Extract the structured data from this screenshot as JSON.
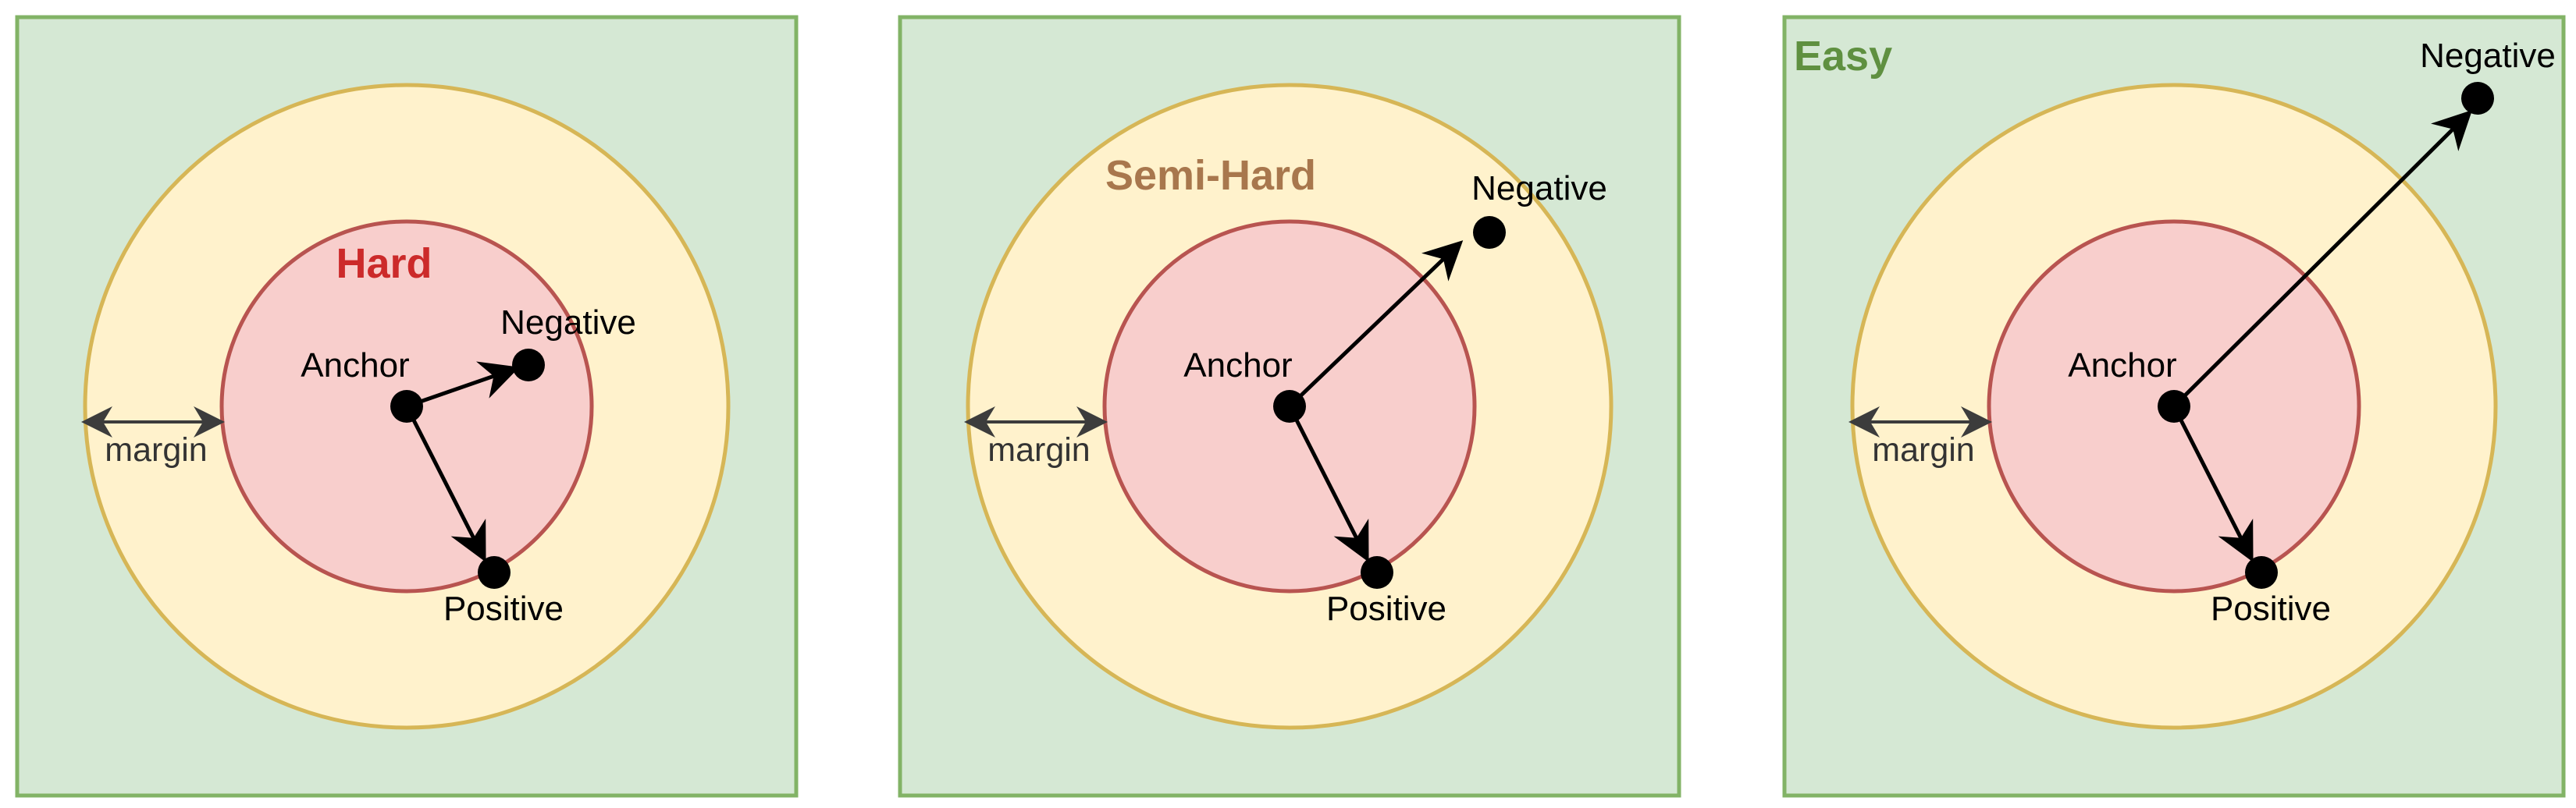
{
  "colors": {
    "outer_fill": "#d5e8d4",
    "outer_stroke": "#82b366",
    "margin_fill": "#fff2cc",
    "margin_stroke": "#d6b656",
    "inner_fill": "#f8cecc",
    "inner_stroke": "#b85450",
    "point": "#000000",
    "margin_arrow": "#3c3c3c",
    "hard_title": "#cc2a2a",
    "semihard_title": "#a8774d",
    "easy_title": "#5f9040"
  },
  "icons": {
    "point": "filled-circle",
    "arrow": "arrow-right"
  },
  "panels": [
    {
      "title": "Hard",
      "anchor_label": "Anchor",
      "positive_label": "Positive",
      "negative_label": "Negative",
      "margin_label": "margin"
    },
    {
      "title": "Semi-Hard",
      "anchor_label": "Anchor",
      "positive_label": "Positive",
      "negative_label": "Negative",
      "margin_label": "margin"
    },
    {
      "title": "Easy",
      "anchor_label": "Anchor",
      "positive_label": "Positive",
      "negative_label": "Negative",
      "margin_label": "margin"
    }
  ]
}
